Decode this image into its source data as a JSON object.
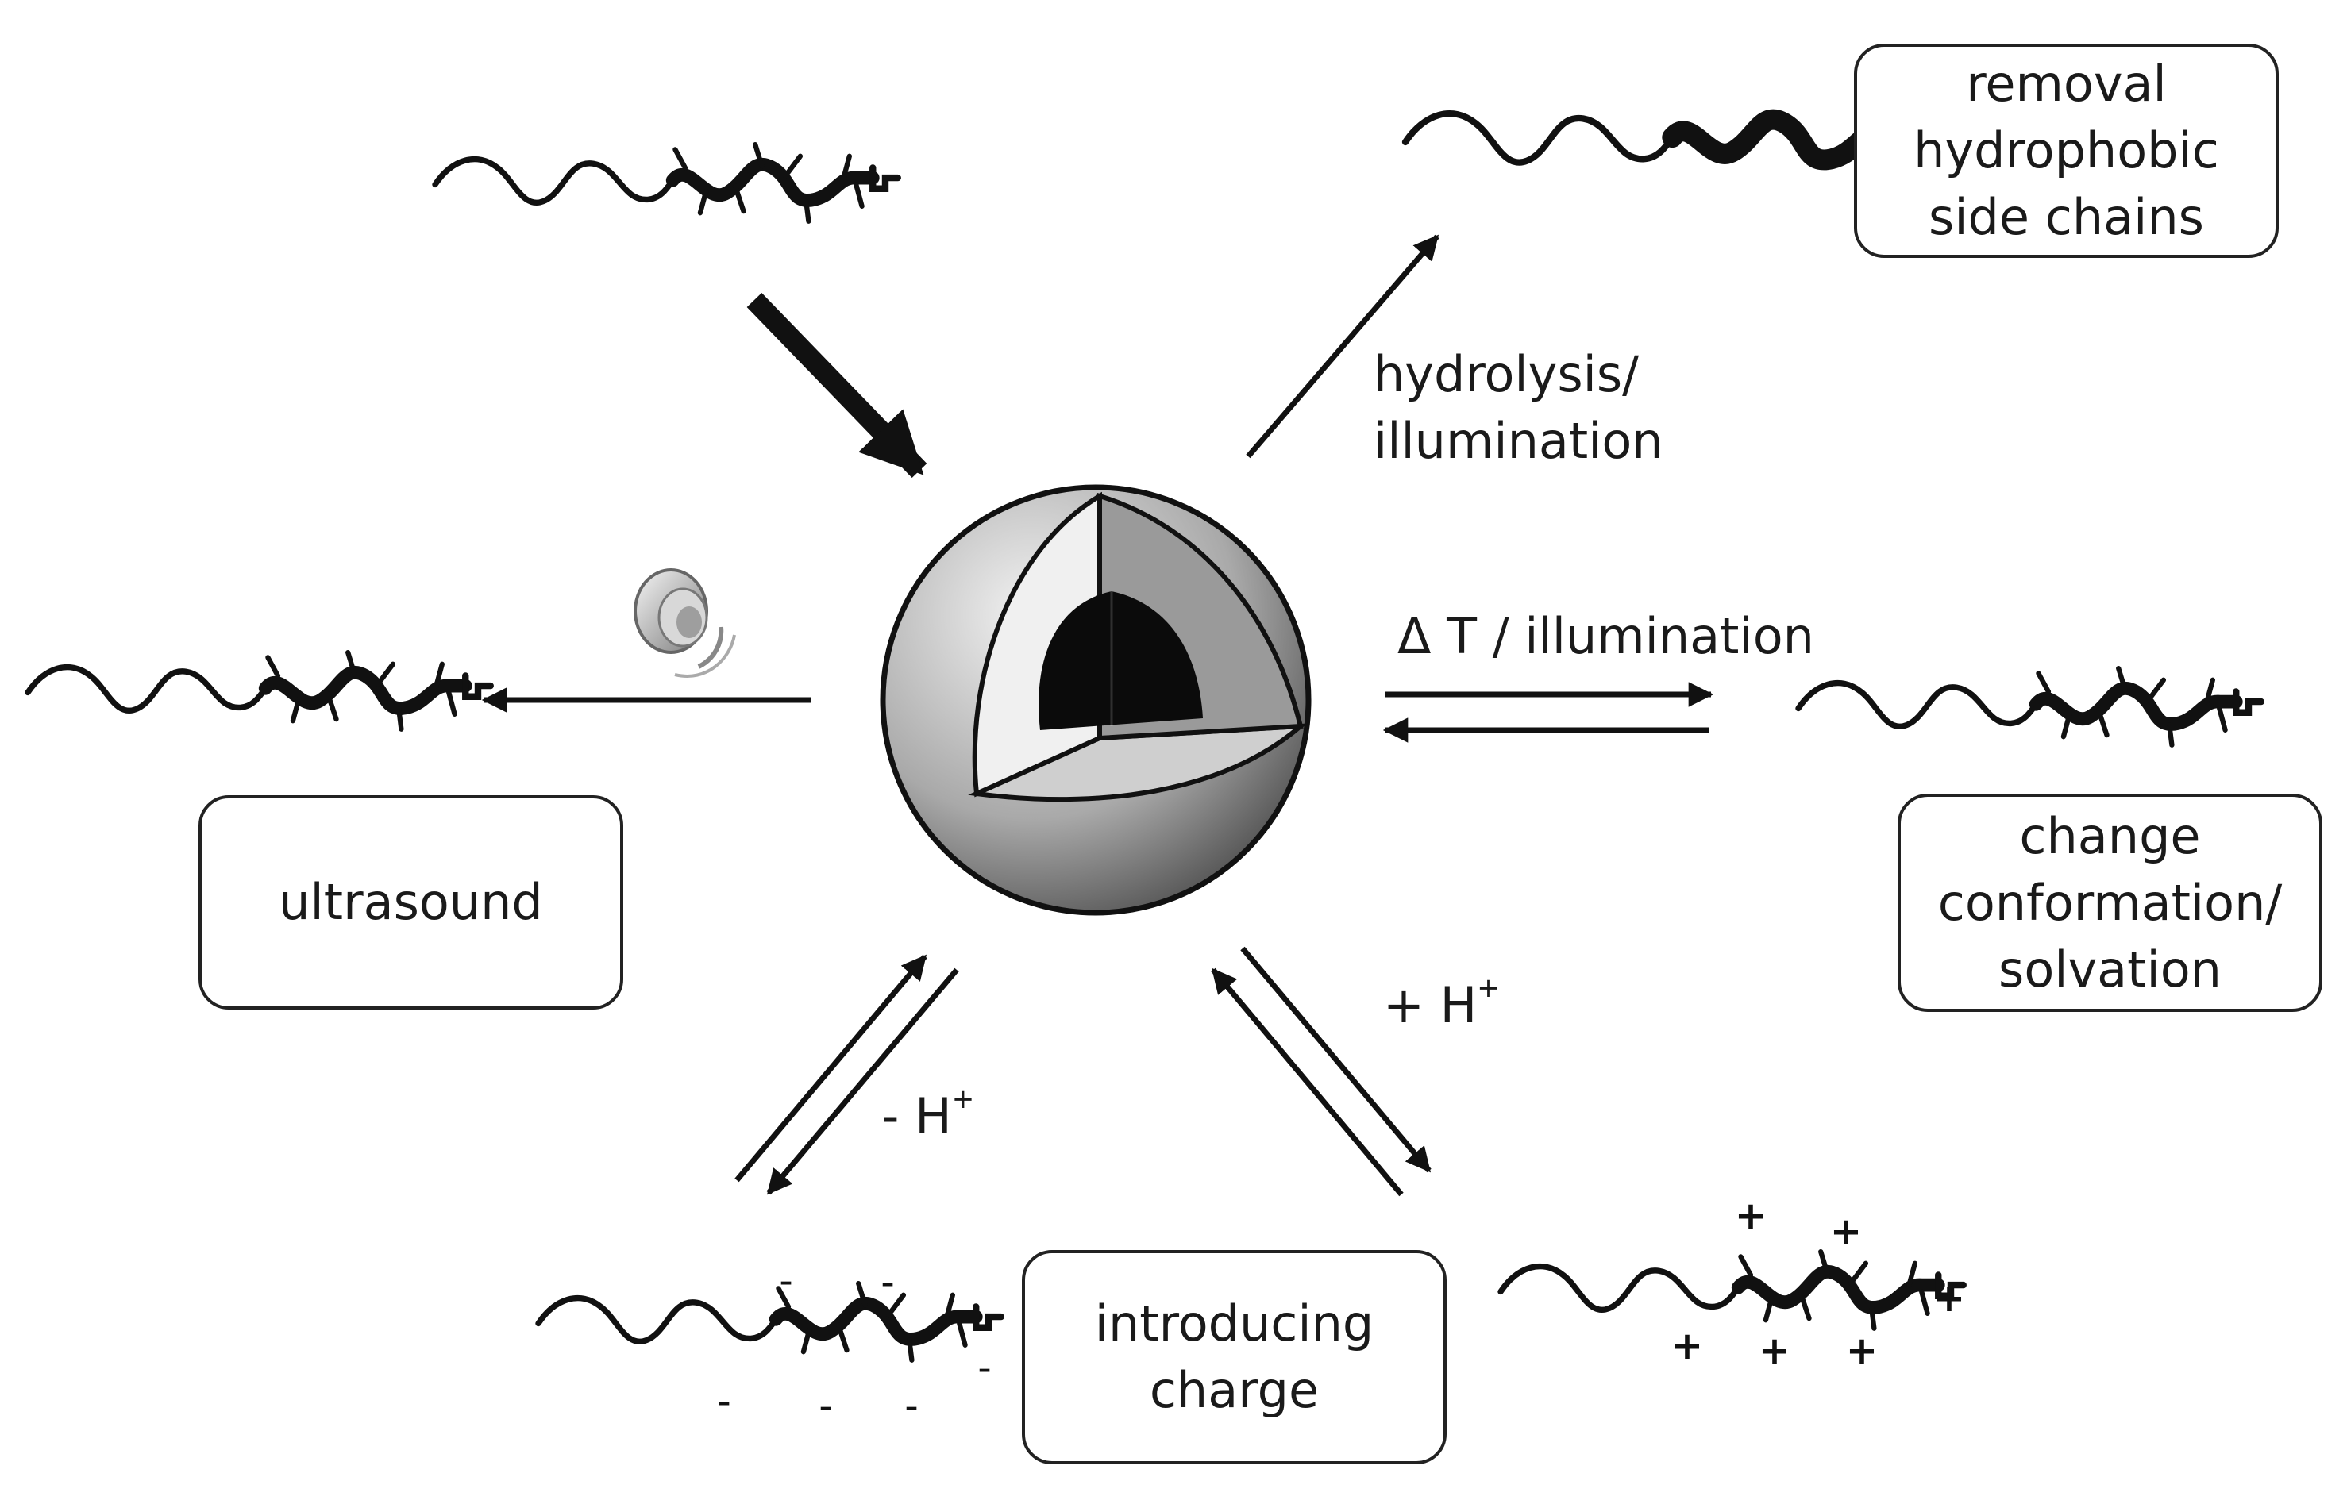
{
  "boxes": {
    "removal": [
      "removal",
      "hydrophobic",
      "side chains"
    ],
    "ultrasound": [
      "ultrasound"
    ],
    "change": [
      "change",
      "conformation/",
      "solvation"
    ],
    "charge": [
      "introducing",
      "charge"
    ]
  },
  "labels": {
    "hydrolysis": [
      "hydrolysis/",
      "illumination"
    ],
    "delta_t": "Δ T / illumination",
    "minus_h": "- H",
    "plus_h": "+ H",
    "h_sup": "+"
  },
  "charges": {
    "minus": "-",
    "plus": "+"
  },
  "icons": {
    "center": "core-shell-micelle-icon",
    "polymer": "polymer-chain-icon",
    "speaker": "speaker-icon"
  },
  "colors": {
    "ink": "#111111",
    "sphere_light": "#e6e6e6",
    "sphere_dark": "#4a4a4a"
  }
}
